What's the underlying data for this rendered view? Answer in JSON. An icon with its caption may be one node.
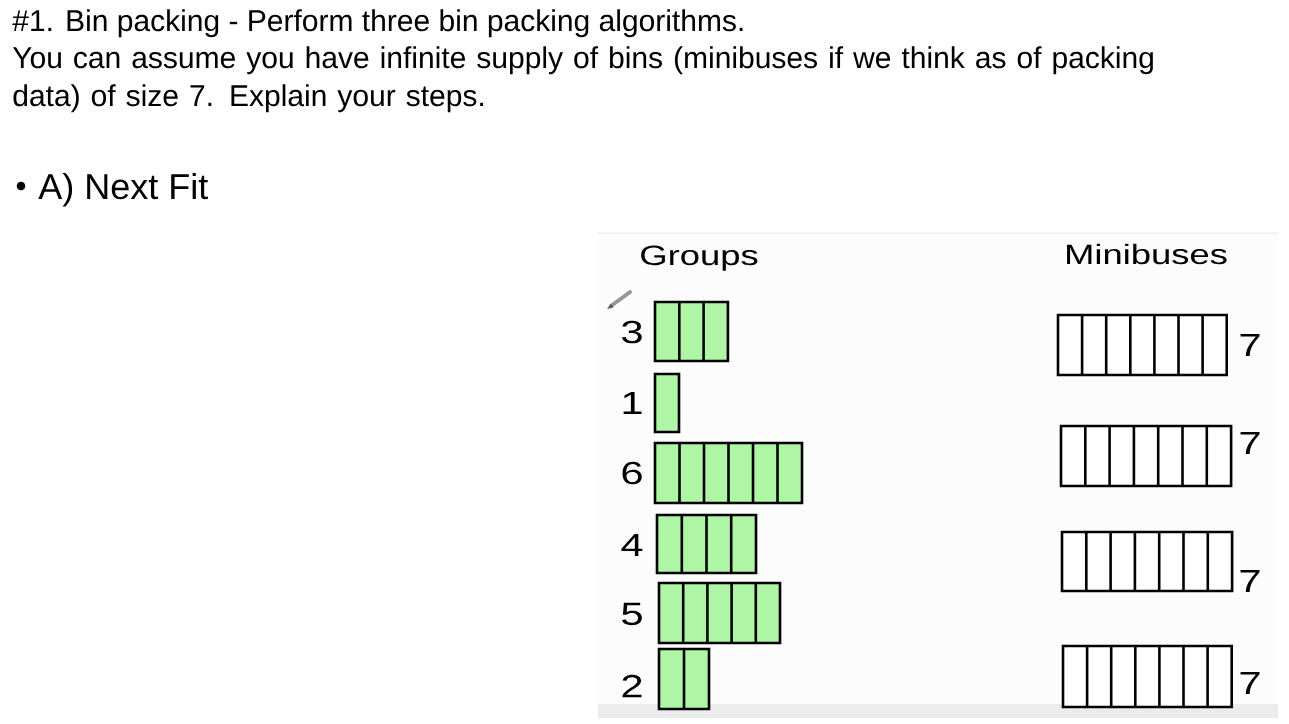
{
  "diagram": {
    "title": "#1. Bin packing - Perform three bin packing algorithms.",
    "nodes": [
      {
        "text": [],
        "shape": "bar",
        "beside": [
          "3"
        ]
      },
      {
        "text": [],
        "shape": "bar",
        "beside": [
          "1"
        ]
      },
      {
        "text": [],
        "shape": "bar",
        "beside": [
          "6"
        ]
      },
      {
        "text": [],
        "shape": "bar",
        "beside": [
          "4"
        ]
      },
      {
        "text": [],
        "shape": "bar",
        "beside": [
          "5"
        ]
      },
      {
        "text": [],
        "shape": "bar",
        "beside": [
          "2"
        ]
      },
      {
        "text": [],
        "shape": "bar",
        "beside": [
          "7"
        ]
      },
      {
        "text": [],
        "shape": "bar",
        "beside": [
          "7"
        ]
      },
      {
        "text": [],
        "shape": "bar",
        "beside": [
          "7"
        ]
      },
      {
        "text": [],
        "shape": "bar",
        "beside": [
          "7"
        ]
      }
    ],
    "labels": [
      "You can assume you have infinite supply of bins (minibuses if we think as of packing data) of size 7. Explain your steps.",
      "A) Next Fit",
      "Groups",
      "Minibuses"
    ]
  }
}
